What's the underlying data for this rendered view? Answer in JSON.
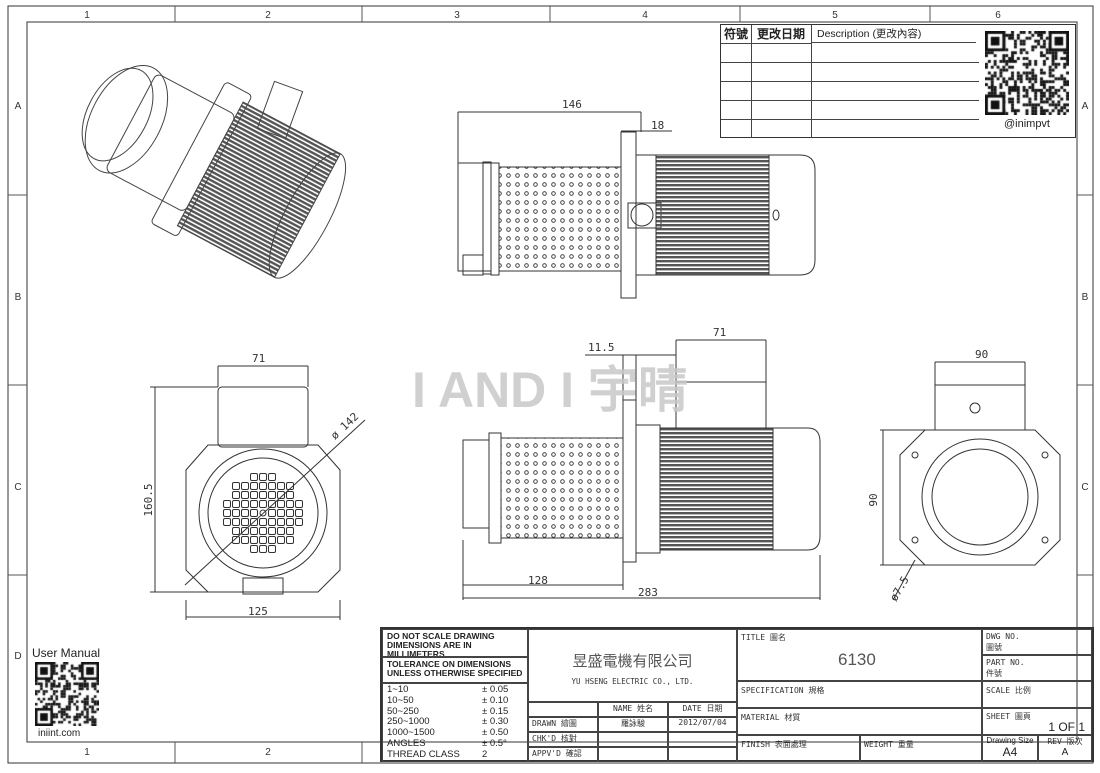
{
  "frame": {
    "columns": [
      "1",
      "2",
      "3",
      "4",
      "5",
      "6"
    ],
    "rows": [
      "A",
      "B",
      "C",
      "D"
    ],
    "bottom_columns": [
      "1",
      "2"
    ]
  },
  "watermark": "I AND I 宇晴",
  "revision_table": {
    "headers": [
      "符號",
      "更改日期",
      "Description (更改內容)"
    ],
    "qr_caption": "@inimpvt"
  },
  "user_manual": {
    "label": "User Manual",
    "url": "iniint.com"
  },
  "dimensions": {
    "side_top_length": "146",
    "side_top_flange": "18",
    "front_bracket_width": "71",
    "front_height": "160.5",
    "front_diameter": "ø 142",
    "front_width": "125",
    "side_bottom_flange": "11.5",
    "side_bottom_bracket": "71",
    "side_bottom_filter": "128",
    "side_bottom_total": "283",
    "rear_width": "90",
    "rear_height": "90",
    "rear_hole": "ø7.5"
  },
  "notes": {
    "line1": "DO NOT SCALE DRAWING",
    "line2": "DIMENSIONS ARE IN MILLIMETERS",
    "tol1": "TOLERANCE ON DIMENSIONS",
    "tol2": "UNLESS OTHERWISE SPECIFIED",
    "tolerances": [
      {
        "range": "1~10",
        "tol": "± 0.05"
      },
      {
        "range": "10~50",
        "tol": "± 0.10"
      },
      {
        "range": "50~250",
        "tol": "± 0.15"
      },
      {
        "range": "250~1000",
        "tol": "± 0.30"
      },
      {
        "range": "1000~1500",
        "tol": "± 0.50"
      },
      {
        "range": "ANGLES",
        "tol": "± 0.5°"
      },
      {
        "range": "THREAD CLASS",
        "tol": "2"
      }
    ]
  },
  "company": {
    "name_cn": "昱盛電機有限公司",
    "name_en": "YU HSENG ELECTRIC CO., LTD."
  },
  "signoff": {
    "name_header": "NAME  姓名",
    "date_header": "DATE  日期",
    "drawn": "DRAWN  繪圖",
    "drawn_name": "羅詠駿",
    "drawn_date": "2012/07/04",
    "checked": "CHK'D  核對",
    "approved": "APPV'D  確認"
  },
  "title_block": {
    "title_label": "TITLE 圖名",
    "title": "6130",
    "spec_label": "SPECIFICATION  規格",
    "material_label": "MATERIAL  材質",
    "finish_label": "FINISH 表面處理",
    "weight_label": "WEIGHT  重量",
    "dwg_no_label": "DWG NO.",
    "dwg_no_cn": "圖號",
    "part_no_label": "PART NO.",
    "part_no_cn": "件號",
    "scale_label": "SCALE  比例",
    "sheet_label": "SHEET  圖頁",
    "sheet": "1 OF 1",
    "size_label": "Drawing Size",
    "size": "A4",
    "rev_label": "REV  版次",
    "rev": "A"
  }
}
